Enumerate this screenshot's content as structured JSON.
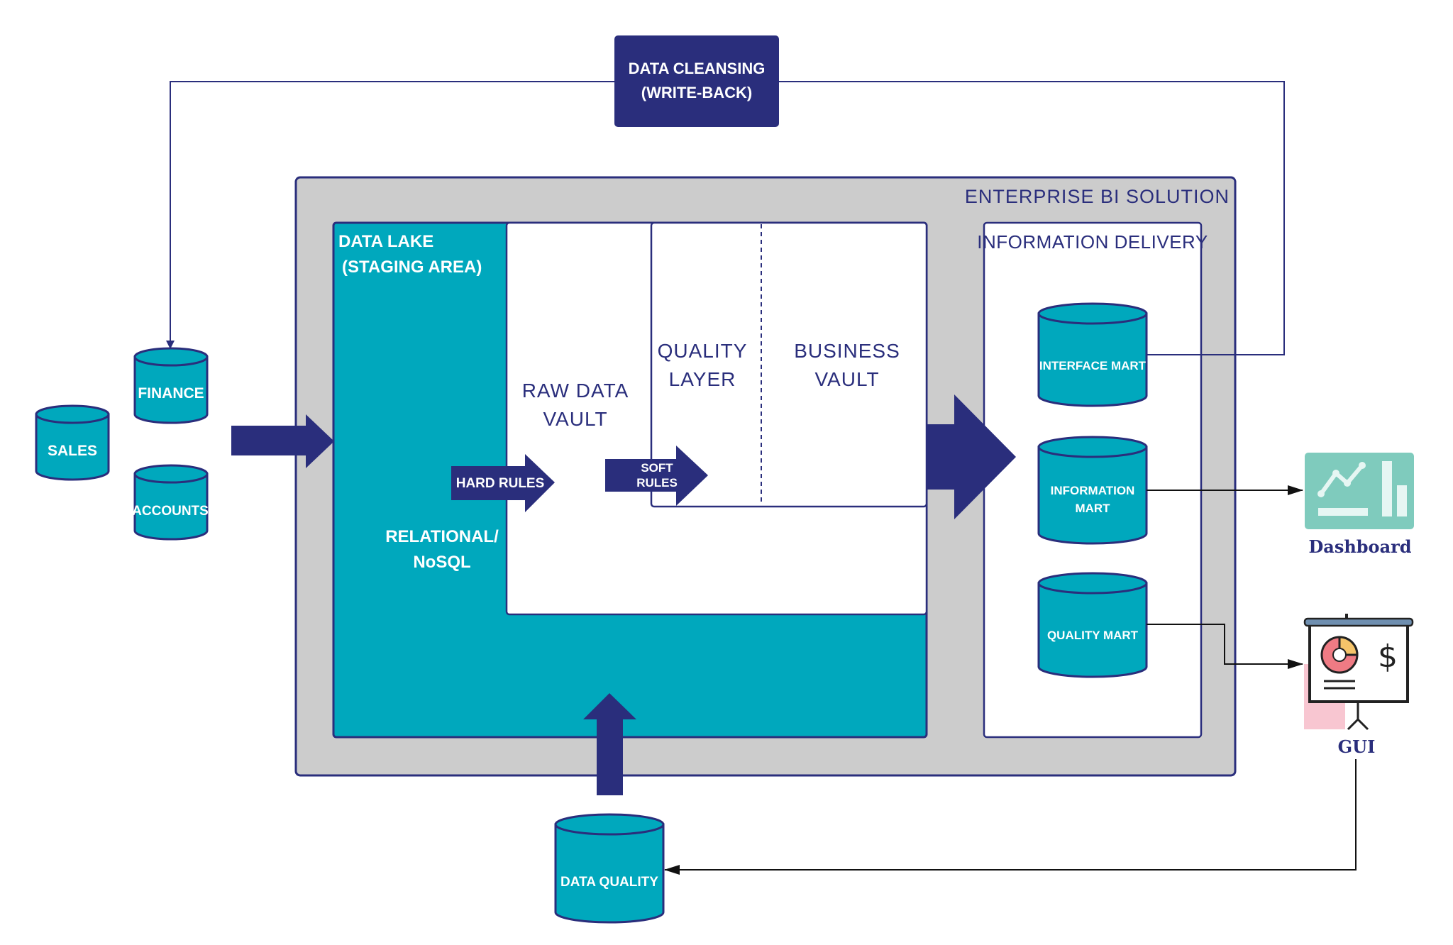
{
  "colors": {
    "navy": "#2a2e7c",
    "teal": "#00a8bd",
    "grey_panel": "#cccccc",
    "white": "#ffffff",
    "dashboard_icon": "#7fcbbd",
    "gui_pink": "#f8c6d1"
  },
  "cleansing": {
    "line1": "DATA CLEANSING",
    "line2": "(WRITE-BACK)"
  },
  "enterprise": {
    "title": "ENTERPRISE BI SOLUTION"
  },
  "data_lake": {
    "line1": "DATA LAKE",
    "line2": "(STAGING AREA)",
    "store_line1": "RELATIONAL/",
    "store_line2": "NoSQL"
  },
  "raw_vault": {
    "line1": "RAW DATA",
    "line2": "VAULT"
  },
  "quality_layer": {
    "line1": "QUALITY",
    "line2": "LAYER"
  },
  "business_vault": {
    "line1": "BUSINESS",
    "line2": "VAULT"
  },
  "rules": {
    "hard": "HARD RULES",
    "soft_line1": "SOFT",
    "soft_line2": "RULES"
  },
  "delivery": {
    "title": "INFORMATION DELIVERY",
    "interface_mart": "INTERFACE MART",
    "information_mart_line1": "INFORMATION",
    "information_mart_line2": "MART",
    "quality_mart": "QUALITY MART"
  },
  "sources": {
    "sales": "SALES",
    "finance": "FINANCE",
    "accounts": "ACCOUNTS"
  },
  "data_quality": {
    "label": "DATA QUALITY"
  },
  "outputs": {
    "dashboard": "Dashboard",
    "gui": "GUI"
  },
  "icons": {
    "dashboard": "line-bar-chart-icon",
    "gui": "presentation-board-icon"
  }
}
